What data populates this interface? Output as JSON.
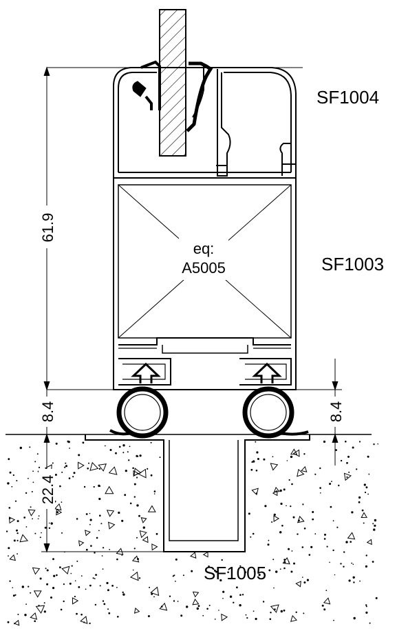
{
  "labels": {
    "top_profile": "SF1004",
    "mid_profile": "SF1003",
    "bottom_profile": "SF1005",
    "center_line1": "eq:",
    "center_line2": "A5005"
  },
  "dimensions": {
    "height_main": "61.9",
    "left_gap": "8.4",
    "right_gap": "8.4",
    "depth": "22.4"
  },
  "colors": {
    "ink": "#000000",
    "paper": "#ffffff"
  }
}
